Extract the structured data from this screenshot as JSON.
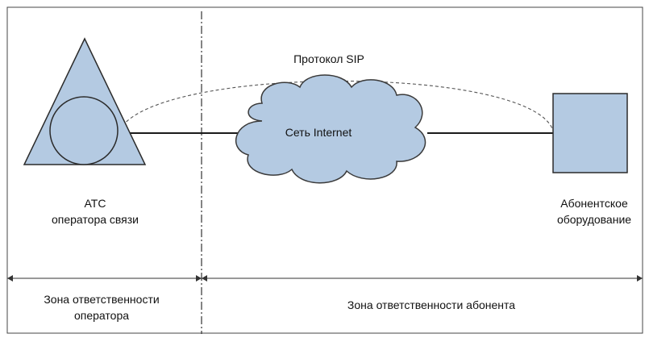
{
  "labels": {
    "protocol": "Протокол SIP",
    "internet": "Сеть Internet",
    "pbx_line1": "АТС",
    "pbx_line2": "оператора связи",
    "subscriber_line1": "Абонентское",
    "subscriber_line2": "оборудование",
    "zone_operator_line1": "Зона ответственности",
    "zone_operator_line2": "оператора",
    "zone_subscriber": "Зона ответственности абонента"
  },
  "colors": {
    "shape_fill": "#b4cae2",
    "shape_stroke": "#2b2b2b",
    "line": "#1a1a1a",
    "dashed": "#555555",
    "frame": "#444444"
  }
}
